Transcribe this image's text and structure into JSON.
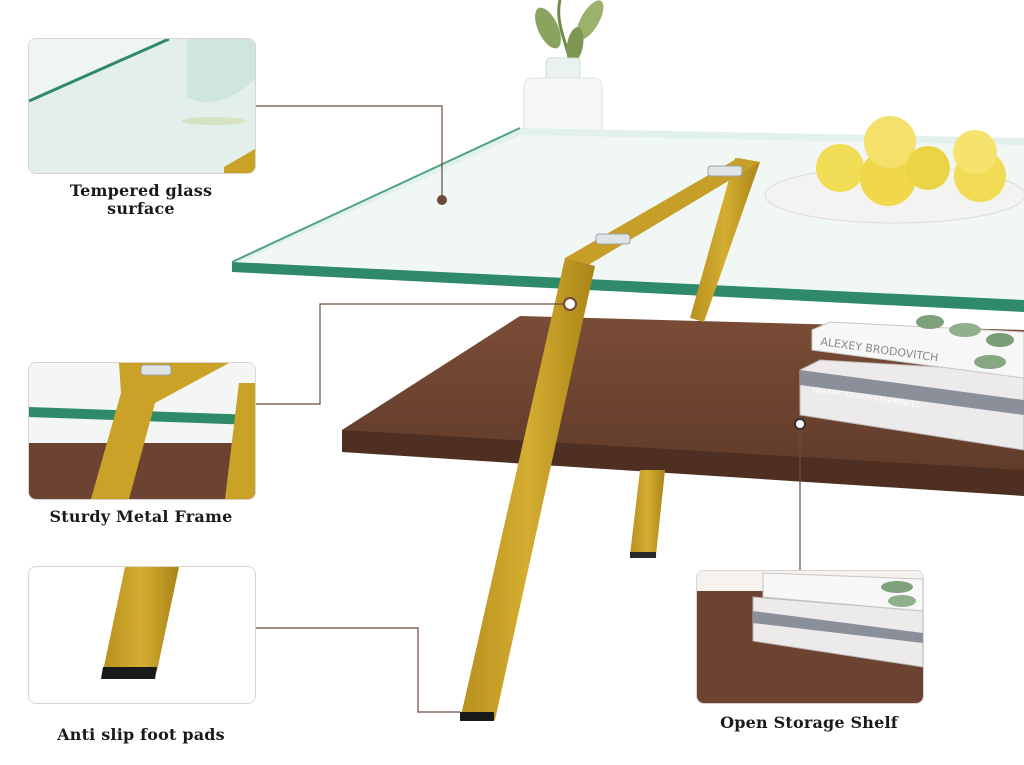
{
  "callouts": {
    "glass": {
      "label_line1": "Tempered glass",
      "label_line2": "surface",
      "icon": "glass-corner-detail"
    },
    "frame": {
      "label": "Sturdy Metal Frame",
      "icon": "metal-frame-detail"
    },
    "foot": {
      "label": "Anti slip foot pads",
      "icon": "foot-pad-detail"
    },
    "shelf": {
      "label": "Open Storage Shelf",
      "icon": "shelf-detail"
    }
  },
  "props": {
    "book_spine_1": "ALEXEY BRODOVITCH",
    "book_spine_2": "GRAPHIC DESIGN REFERENCED"
  },
  "colors": {
    "gold_frame": "#c9a227",
    "walnut_wood": "#6b4330",
    "glass_edge": "#2f8a6a",
    "lemon": "#f1dc55",
    "leader_line": "#6b4a3a"
  }
}
